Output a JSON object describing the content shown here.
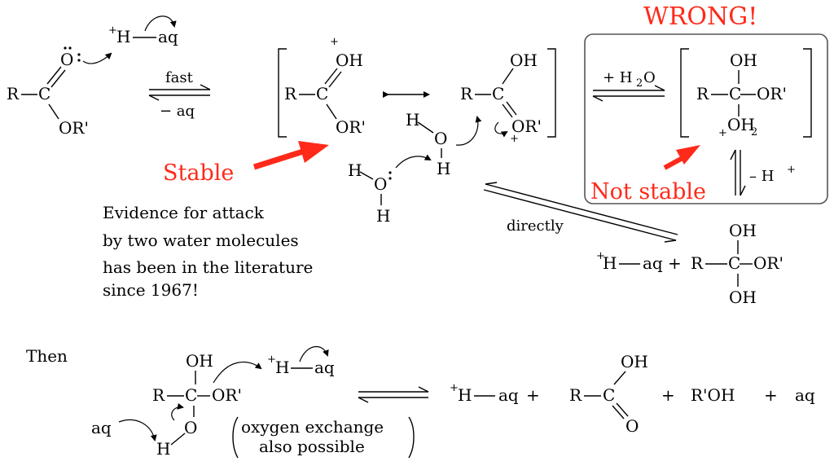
{
  "colors": {
    "red": "#ff2a1a",
    "ink": "#000000",
    "box_border": "#555555"
  },
  "reagents": {
    "h_plus": "+",
    "h": "H",
    "aq": "aq",
    "fast": "fast",
    "minus_aq": "− aq",
    "plus_h2o": "+ H",
    "h2o_sub": "2",
    "h2o_o": "O",
    "minus_h_plus": "– H",
    "plus_sign": "+",
    "directly": "directly"
  },
  "atoms": {
    "R": "R",
    "C": "C",
    "O": "O",
    "OH": "OH",
    "OR_prime": "OR'",
    "H": "H",
    "OH2": "OH",
    "OH2_sub": "2",
    "plus": "+",
    "ROH_prime": "R'OH"
  },
  "labels": {
    "wrong": "WRONG!",
    "stable": "Stable",
    "not_stable": "Not stable",
    "then": "Then",
    "oxygen_exchange_line1": "oxygen exchange",
    "oxygen_exchange_line2": "also possible"
  },
  "note": {
    "line1": "Evidence for attack",
    "line2": "by two water molecules",
    "line3": "has been in the literature",
    "line4": "since 1967!"
  }
}
